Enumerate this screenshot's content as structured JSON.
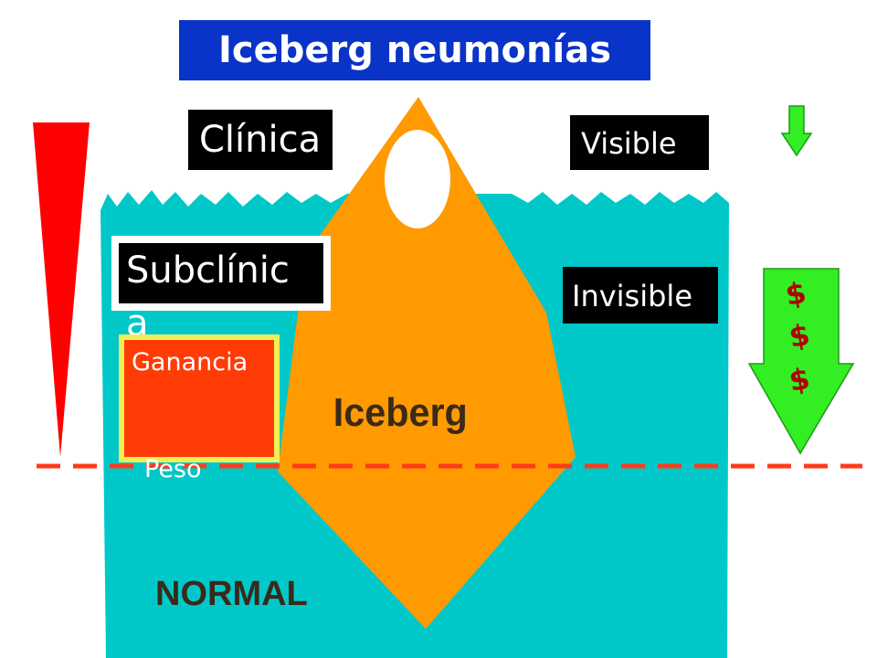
{
  "title": "Iceberg neumonías",
  "labels": {
    "clinica": "Clínica",
    "visible": "Visible",
    "subclinica_line1": "Subclínic",
    "subclinica_line2": "a",
    "invisible": "Invisible",
    "ganancia": "Ganancia",
    "peso": "Peso",
    "iceberg": "Iceberg",
    "normal": "NORMAL",
    "cost_symbol": "$"
  },
  "colors": {
    "water": "#00c8c8",
    "iceberg": "#ff9a00",
    "title_bg": "#0a33c8",
    "red_wedge": "#ff0000",
    "dashed_line": "#ff3b1a",
    "green_arrow": "#33ee22",
    "ganancia_bg": "#ff3b06",
    "ganancia_border": "#f2ee55"
  }
}
